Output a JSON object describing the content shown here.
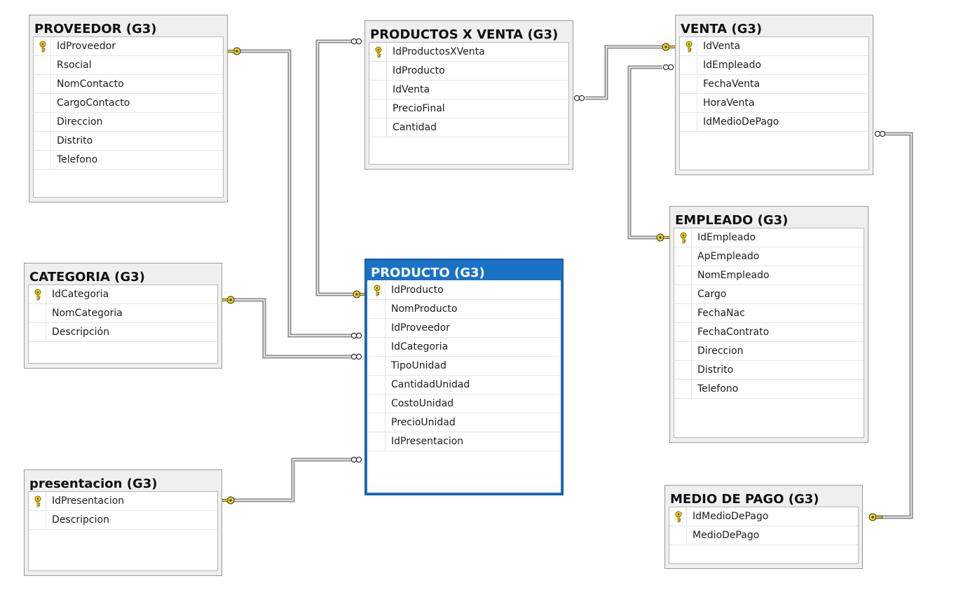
{
  "tables": {
    "proveedor": {
      "title": "PROVEEDOR (G3)",
      "fields": [
        "IdProveedor",
        "Rsocial",
        "NomContacto",
        "CargoContacto",
        "Direccion",
        "Distrito",
        "Telefono"
      ]
    },
    "productos_x_venta": {
      "title": "PRODUCTOS X VENTA (G3)",
      "fields": [
        "IdProductosXVenta",
        "IdProducto",
        "IdVenta",
        "PrecioFinal",
        "Cantidad"
      ]
    },
    "venta": {
      "title": "VENTA (G3)",
      "fields": [
        "IdVenta",
        "IdEmpleado",
        "FechaVenta",
        "HoraVenta",
        "IdMedioDePago"
      ]
    },
    "categoria": {
      "title": "CATEGORIA (G3)",
      "fields": [
        "IdCategoria",
        "NomCategoria",
        "Descripción"
      ]
    },
    "producto": {
      "title": "PRODUCTO (G3)",
      "fields": [
        "IdProducto",
        "NomProducto",
        "IdProveedor",
        "IdCategoria",
        "TipoUnidad",
        "CantidadUnidad",
        "CostoUnidad",
        "PrecioUnidad",
        "IdPresentacion"
      ]
    },
    "empleado": {
      "title": "EMPLEADO (G3)",
      "fields": [
        "IdEmpleado",
        "ApEmpleado",
        "NomEmpleado",
        "Cargo",
        "FechaNac",
        "FechaContrato",
        "Direccion",
        "Distrito",
        "Telefono"
      ]
    },
    "presentacion": {
      "title": "presentacion (G3)",
      "fields": [
        "IdPresentacion",
        "Descripcion"
      ]
    },
    "medio_de_pago": {
      "title": "MEDIO DE PAGO (G3)",
      "fields": [
        "IdMedioDePago",
        "MedioDePago"
      ]
    }
  },
  "relationships": [
    {
      "from": "producto",
      "to": "proveedor"
    },
    {
      "from": "producto",
      "to": "categoria"
    },
    {
      "from": "producto",
      "to": "presentacion"
    },
    {
      "from": "productos_x_venta",
      "to": "producto"
    },
    {
      "from": "productos_x_venta",
      "to": "venta"
    },
    {
      "from": "venta",
      "to": "empleado"
    },
    {
      "from": "venta",
      "to": "medio_de_pago"
    }
  ],
  "colors": {
    "selected_header": "#1a72c6",
    "key_icon": "#f2d21a",
    "connector": "#8a8a8a"
  }
}
